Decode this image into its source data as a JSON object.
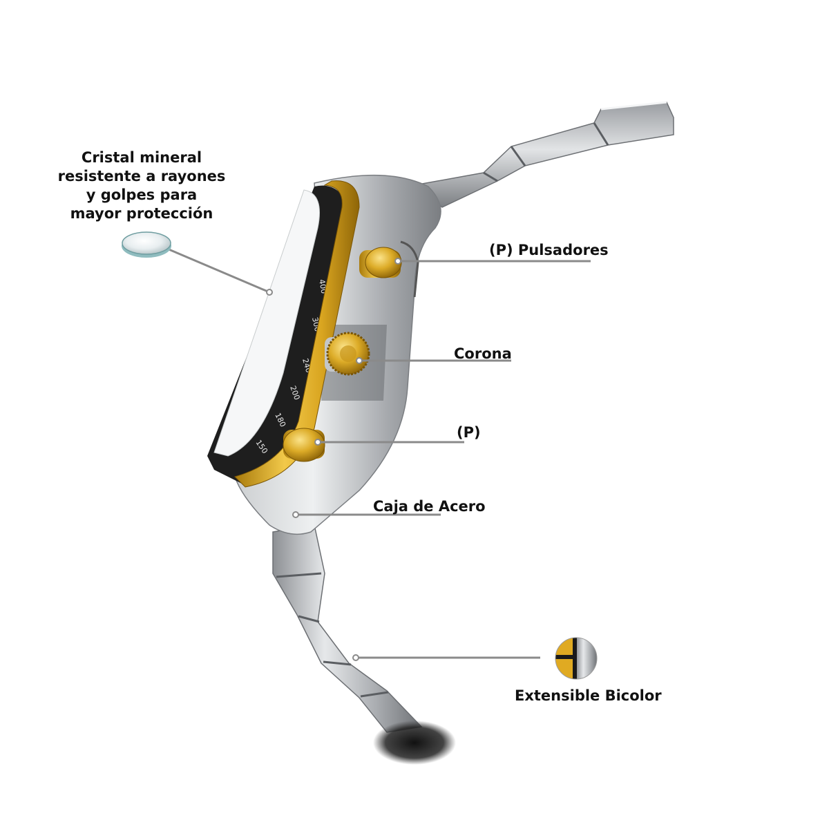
{
  "callouts": {
    "crystal": {
      "lines": [
        "Cristal mineral",
        "resistente a rayones",
        "y golpes para",
        "mayor protección"
      ],
      "icon": "mineral-crystal-disc-icon"
    },
    "pulsadores": "(P) Pulsadores",
    "corona": "Corona",
    "pusher": "(P)",
    "caja": "Caja de Acero",
    "bicolor": {
      "text": "Extensible Bicolor",
      "icon": "bicolor-swatch-icon"
    }
  },
  "bezel_numbers": [
    "400",
    "300",
    "240",
    "200",
    "180",
    "150"
  ],
  "colors": {
    "gold": "#d6a21e",
    "steel": "#b9bcbf",
    "bezel_black": "#1e1e1e",
    "leader_line": "#8a8a8a",
    "text": "#111111"
  }
}
